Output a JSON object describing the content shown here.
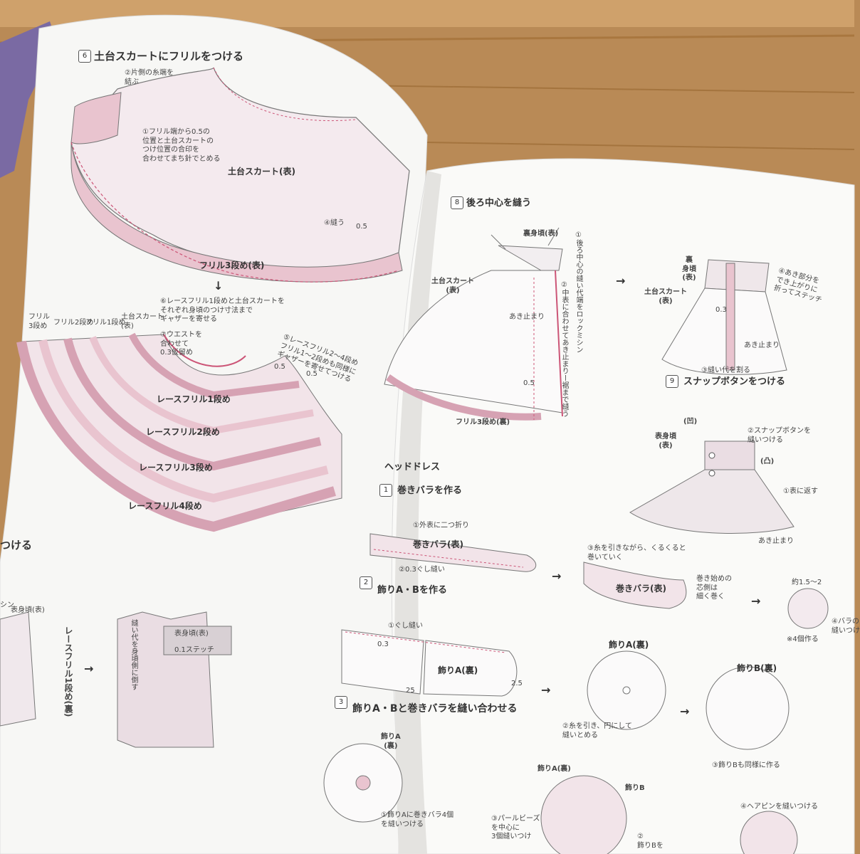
{
  "page_left": {
    "steps": [
      {
        "num": "6",
        "title": "土台スカートにフリルをつける"
      }
    ],
    "notes": {
      "n1": "①フリル端から0.5の\n位置と土台スカートの\nつけ位置の合印を\n合わせてまち針でとめる",
      "n2": "②片側の糸端を\n結ぶ",
      "n3": "⑥レースフリル1段めと土台スカートを\nそれぞれ身頃のつけ寸法まで\nギャザーを寄せる",
      "n4": "⑦ウエストを\n合わせて\n0.3仮留め",
      "n5": "⑤レースフリル2〜4段め\nフリル1〜2段めも同様に\nギャザーを寄せてつける",
      "n6": "縫い代を身頃側に倒す"
    },
    "labels": {
      "skirt": "土台スカート(表)",
      "frill3": "フリル3段め(表)",
      "frill_a": "フリル\n3段め",
      "frill_b": "フリル2段め",
      "frill_c": "フリル1段め",
      "skirt2": "土台スカート\n(表)",
      "lace1": "レースフリル1段め",
      "lace2": "レースフリル2段め",
      "lace3": "レースフリル3段め",
      "lace4": "レースフリル4段め",
      "bodice": "表身頃(表)",
      "lacefrill_v": "レースフリル1段め(裏)",
      "bodice2": "表身頃(表)",
      "stitch": "0.1ステッチ",
      "tsukeru": "つける",
      "shin": "シン",
      "m05a": "0.5",
      "m05b": "0.5",
      "m05c": "0.5",
      "m4": "④縫う"
    },
    "arrow": "↓"
  },
  "page_right": {
    "steps": [
      {
        "num": "8",
        "title": "後ろ中心を縫う"
      },
      {
        "num": "9",
        "title": "スナップボタンをつける"
      }
    ],
    "section_title": "ヘッドドレス",
    "headdress_steps": [
      {
        "num": "1",
        "title": "巻きバラを作る"
      },
      {
        "num": "2",
        "title": "飾りA・Bを作る"
      },
      {
        "num": "3",
        "title": "飾りA・Bと巻きバラを縫い合わせる"
      }
    ],
    "labels": {
      "back_bodice": "裏身頃(表)",
      "skirt": "土台スカート\n(表)",
      "open_end": "あき止まり",
      "m05": "0.5",
      "frill3_back": "フリル3段め(裏)",
      "back_bodice2": "裏\n身頃\n(表)",
      "skirt3": "土台スカート\n(表)",
      "m03": "0.3",
      "open_end2": "あき止まり",
      "seam_open": "③縫い代を割る",
      "recess": "(凹)",
      "convex": "(凸)",
      "front_bodice": "表身頃\n(表)",
      "turn": "①表に返す",
      "open_end3": "あき止まり",
      "rose": "巻きバラ(表)",
      "rose2": "巻きバラ(表)",
      "decoA": "飾りA(裏)",
      "decoA2": "飾りA(裏)",
      "decoB": "飾りB(裏)",
      "decoA3": "飾りA\n(裏)",
      "decoA4": "飾りA(裏)",
      "decoB2": "飾りB",
      "d25": "25",
      "d25b": "2.5",
      "d03": "0.3",
      "approx": "約1.5〜2",
      "times4": "※4個作る"
    },
    "notes": {
      "n1": "①後ろ中心の縫い代端をロックミシン",
      "n2": "②中表に合わせてあき止まりー裾まで縫う",
      "n3": "④あき部分を\nでき上がりに\n折ってステッチ",
      "n4": "②スナップボタンを\n縫いつける",
      "n5": "①外表に二つ折り",
      "n6": "②0.3ぐし縫い",
      "n7": "③糸を引きながら、くるくると\n巻いていく",
      "n8": "巻き始めの\n芯側は\n細く巻く",
      "n9": "④バラの\n縫いつけ",
      "n10": "①ぐし縫い",
      "n11": "②糸を引き、円にして\n縫いとめる",
      "n12": "③飾りBも同様に作る",
      "n13": "①飾りAに巻きバラ4個\nを縫いつける",
      "n14": "③パールビーズ\nを中心に\n3個縫いつけ",
      "n15": "②\n飾りBを",
      "n16": "④ヘアピンを縫いつける"
    },
    "arrows": [
      "→",
      "→",
      "→",
      "→",
      "→",
      "→"
    ]
  },
  "colors": {
    "table": "#b98a56",
    "paper": "#f7f7f5",
    "pink": "#e9c4cf",
    "pink_dark": "#d6a2b3",
    "stitch": "#cc5577",
    "line": "#555555"
  }
}
